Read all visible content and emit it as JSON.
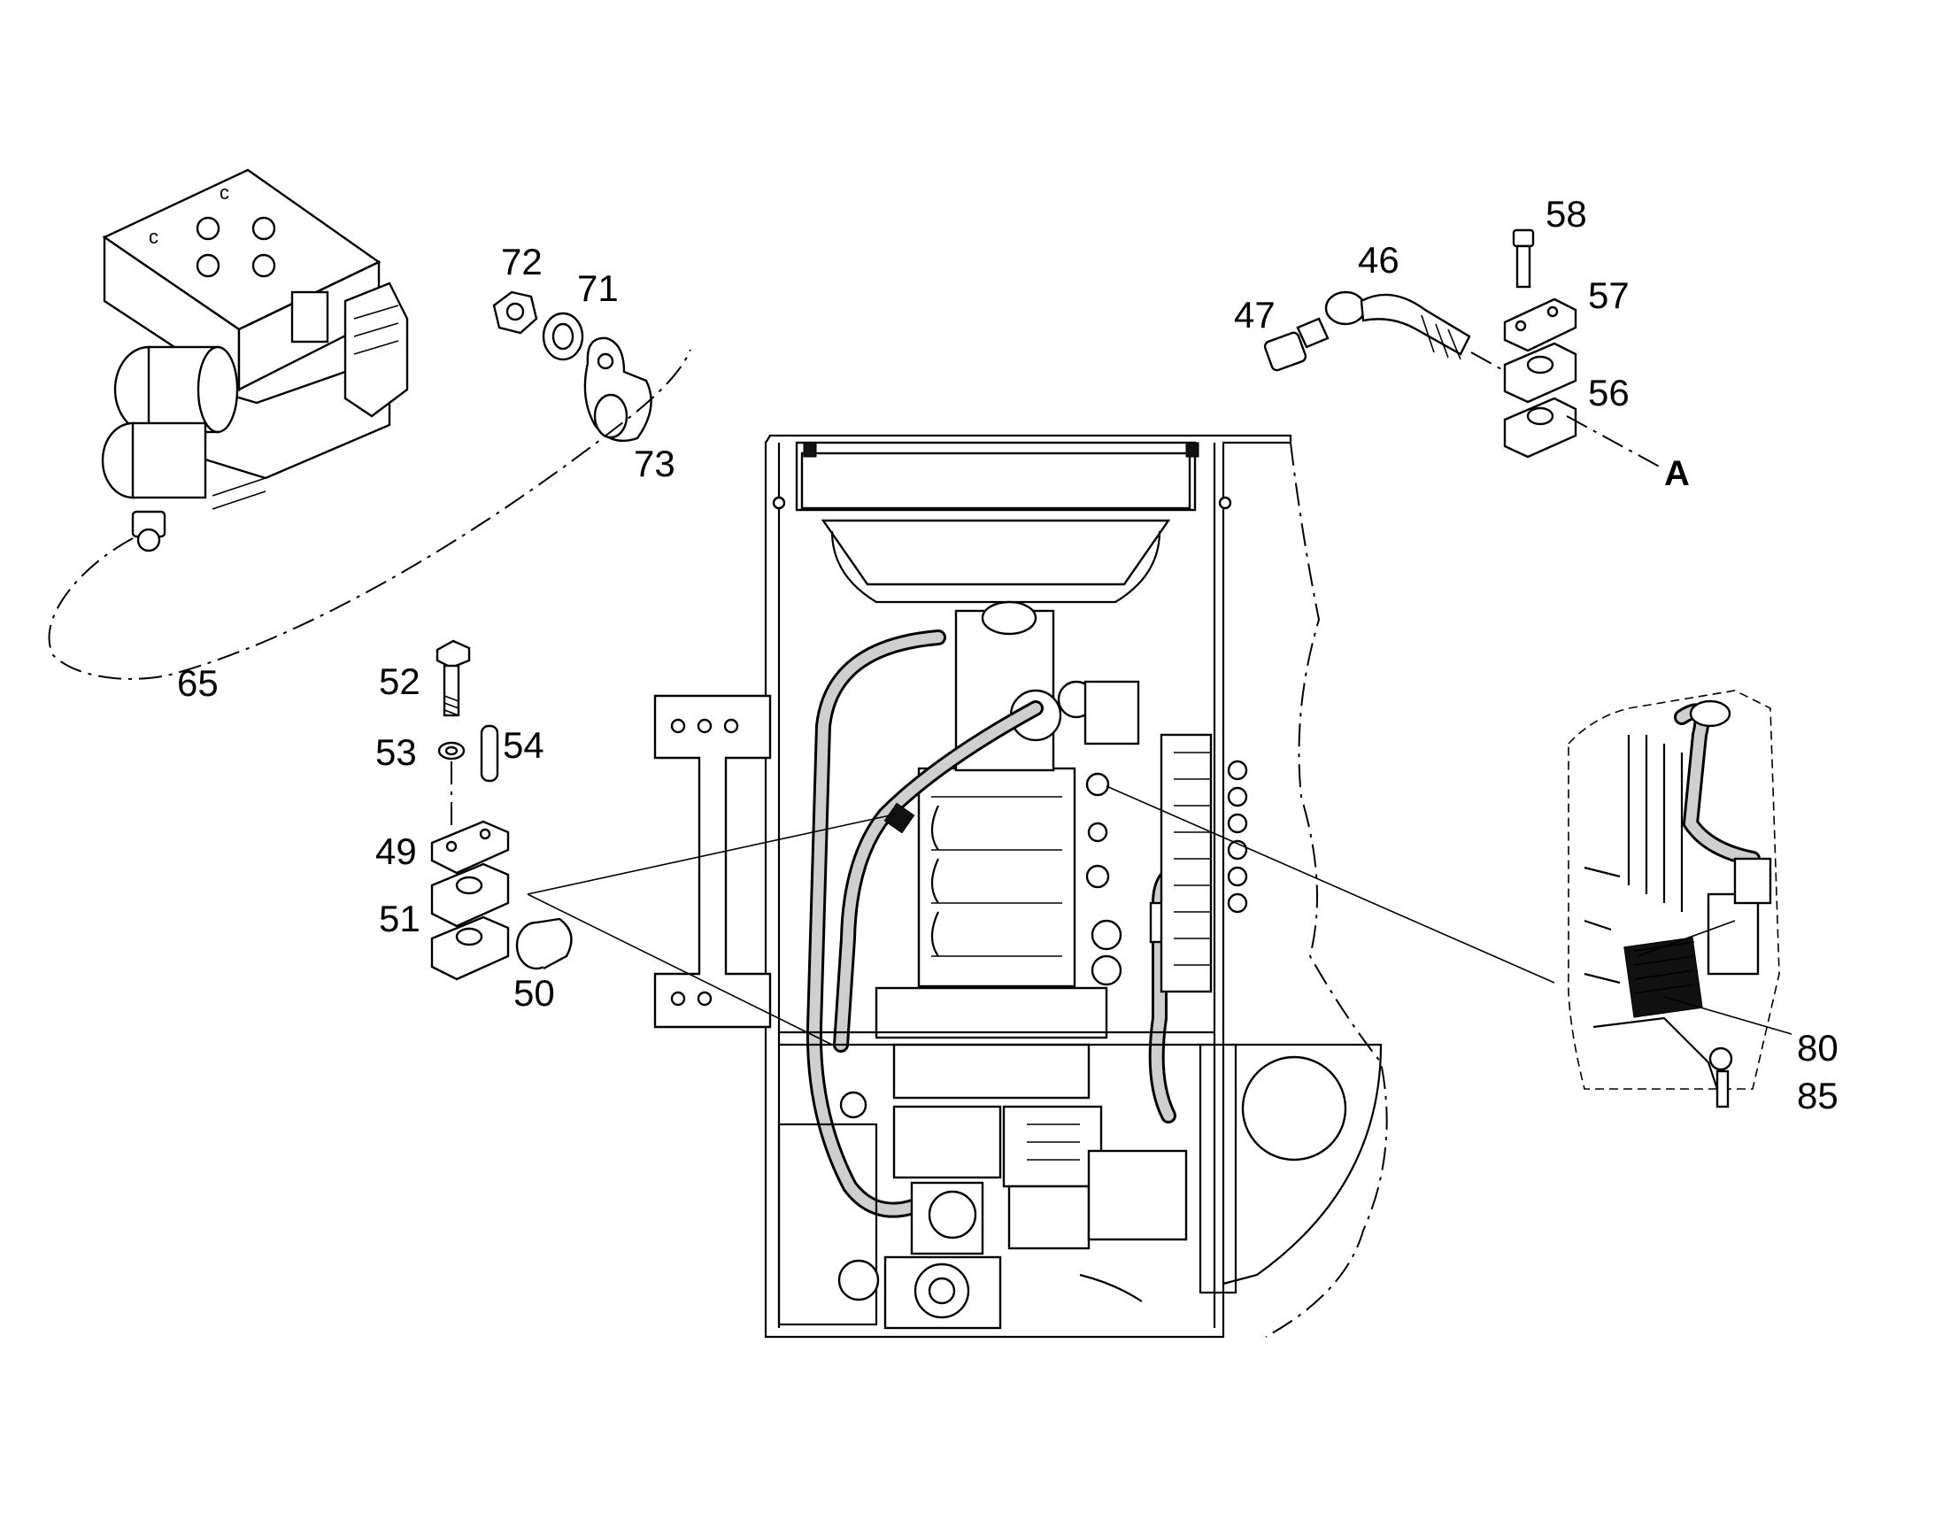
{
  "callouts": {
    "c65": "65",
    "c72": "72",
    "c71": "71",
    "c73": "73",
    "c47": "47",
    "c46": "46",
    "c58": "58",
    "c57": "57",
    "c56": "56",
    "cA": "A",
    "c52": "52",
    "c53": "53",
    "c54": "54",
    "c49": "49",
    "c51": "51",
    "c50": "50",
    "c80": "80",
    "c85": "85"
  }
}
